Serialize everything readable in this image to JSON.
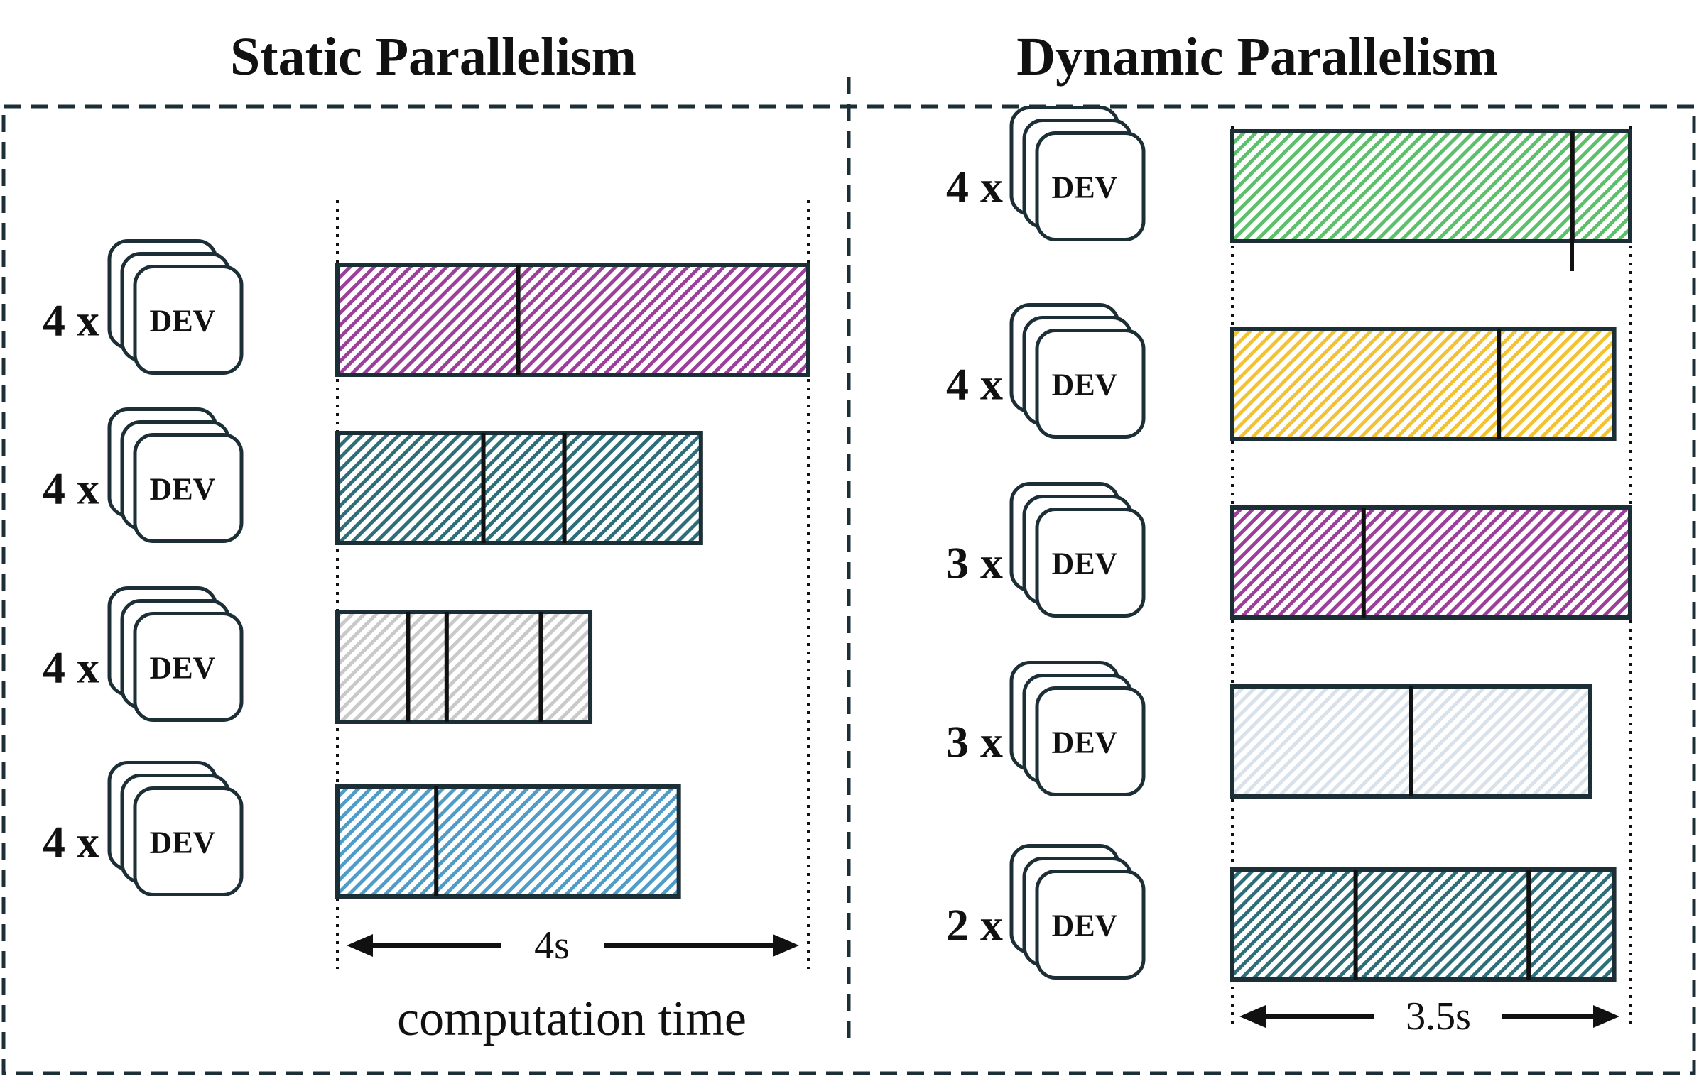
{
  "panels": [
    {
      "title": "Static Parallelism",
      "rows": [
        {
          "count": "4 x",
          "device": "DEV",
          "color": "#9b3f9b",
          "segments": [
            0.384,
            0.616
          ]
        },
        {
          "count": "4 x",
          "device": "DEV",
          "color": "#2e6e78",
          "segments": [
            0.31,
            0.172,
            0.29
          ]
        },
        {
          "count": "4 x",
          "device": "DEV",
          "color": "#c9c9c9",
          "segments": [
            0.15,
            0.082,
            0.2,
            0.105
          ]
        },
        {
          "count": "4 x",
          "device": "DEV",
          "color": "#4f9cc8",
          "segments": [
            0.21,
            0.515
          ]
        }
      ],
      "time_label": "4s",
      "caption": "computation time"
    },
    {
      "title": "Dynamic Parallelism",
      "rows": [
        {
          "count": "4 x",
          "device": "DEV",
          "color": "#5cbf6a",
          "segments": [
            0.855,
            0.145
          ]
        },
        {
          "count": "4 x",
          "device": "DEV",
          "color": "#f2c232",
          "segments": [
            0.67,
            0.29
          ]
        },
        {
          "count": "3 x",
          "device": "DEV",
          "color": "#9b3f9b",
          "segments": [
            0.33,
            0.67
          ]
        },
        {
          "count": "3 x",
          "device": "DEV",
          "color": "#d9e2ea",
          "segments": [
            0.45,
            0.45
          ]
        },
        {
          "count": "2 x",
          "device": "DEV",
          "color": "#2e6e78",
          "segments": [
            0.31,
            0.435,
            0.215
          ]
        }
      ],
      "time_label": "3.5s"
    }
  ]
}
